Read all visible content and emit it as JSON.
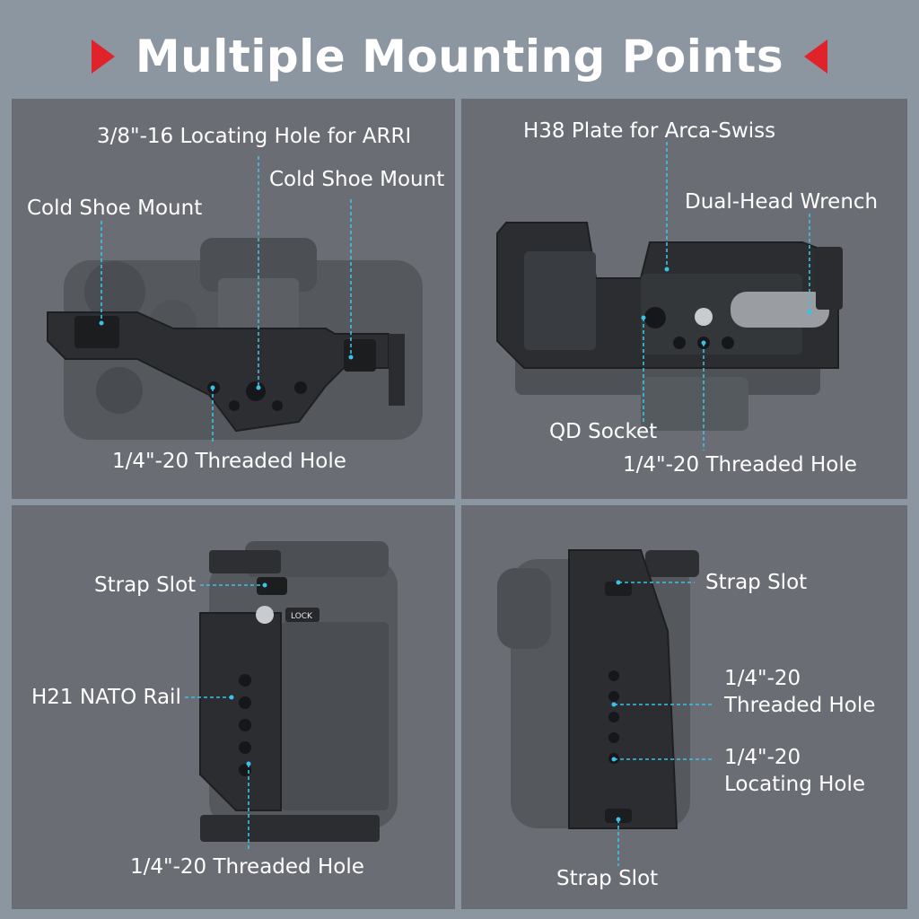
{
  "title": "Multiple Mounting Points",
  "colors": {
    "background": "#8c96a1",
    "panel": "#6a6e74",
    "accent_red": "#e0222b",
    "leader_line": "#39c3e6",
    "text": "#ffffff"
  },
  "panels": {
    "top_left": {
      "labels": {
        "arri": "3/8\"-16 Locating Hole for ARRI",
        "cold_shoe_right": "Cold Shoe Mount",
        "cold_shoe_left": "Cold Shoe Mount",
        "threaded": "1/4\"-20 Threaded Hole"
      }
    },
    "top_right": {
      "labels": {
        "h38": "H38 Plate for Arca-Swiss",
        "wrench": "Dual-Head Wrench",
        "qd": "QD Socket",
        "threaded": "1/4\"-20 Threaded Hole"
      }
    },
    "bottom_left": {
      "labels": {
        "strap": "Strap Slot",
        "nato": "H21 NATO Rail",
        "threaded": "1/4\"-20 Threaded Hole"
      },
      "engraving": "LOCK"
    },
    "bottom_right": {
      "labels": {
        "strap_top": "Strap Slot",
        "threaded_l1": "1/4\"-20",
        "threaded_l2": "Threaded Hole",
        "locating_l1": "1/4\"-20",
        "locating_l2": "Locating Hole",
        "strap_bottom": "Strap Slot"
      }
    }
  }
}
